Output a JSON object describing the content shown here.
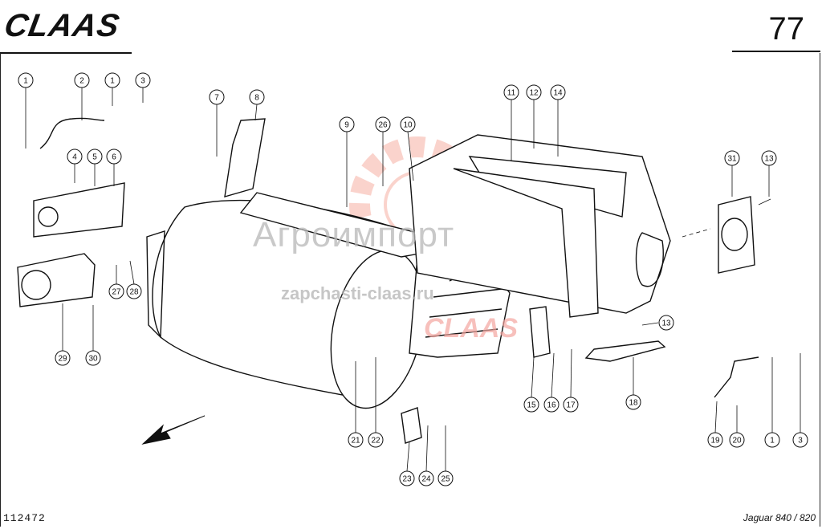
{
  "header": {
    "brand": "CLAAS",
    "page_number": "77"
  },
  "footer": {
    "document_number": "112472",
    "model": "Jaguar 840 / 820"
  },
  "watermark": {
    "title": "Агроимпорт",
    "url": "zapchasti-claas.ru",
    "brand": "CLAAS"
  },
  "colors": {
    "line": "#111111",
    "watermark_gray": "#b8b8b8",
    "watermark_red": "#f4a6a0",
    "watermark_green": "#cfe8c4"
  },
  "callouts": [
    {
      "id": "c1a",
      "label": "1"
    },
    {
      "id": "c2",
      "label": "2"
    },
    {
      "id": "c1b",
      "label": "1"
    },
    {
      "id": "c3a",
      "label": "3"
    },
    {
      "id": "c4",
      "label": "4"
    },
    {
      "id": "c5",
      "label": "5"
    },
    {
      "id": "c6",
      "label": "6"
    },
    {
      "id": "c7",
      "label": "7"
    },
    {
      "id": "c8",
      "label": "8"
    },
    {
      "id": "c9",
      "label": "9"
    },
    {
      "id": "c26",
      "label": "26"
    },
    {
      "id": "c10",
      "label": "10"
    },
    {
      "id": "c11",
      "label": "11"
    },
    {
      "id": "c12",
      "label": "12"
    },
    {
      "id": "c14",
      "label": "14"
    },
    {
      "id": "c31",
      "label": "31"
    },
    {
      "id": "c13a",
      "label": "13"
    },
    {
      "id": "c27",
      "label": "27"
    },
    {
      "id": "c28",
      "label": "28"
    },
    {
      "id": "c29",
      "label": "29"
    },
    {
      "id": "c30",
      "label": "30"
    },
    {
      "id": "c13b",
      "label": "13"
    },
    {
      "id": "c21",
      "label": "21"
    },
    {
      "id": "c22",
      "label": "22"
    },
    {
      "id": "c15",
      "label": "15"
    },
    {
      "id": "c16",
      "label": "16"
    },
    {
      "id": "c17",
      "label": "17"
    },
    {
      "id": "c18",
      "label": "18"
    },
    {
      "id": "c19",
      "label": "19"
    },
    {
      "id": "c20",
      "label": "20"
    },
    {
      "id": "c1c",
      "label": "1"
    },
    {
      "id": "c3b",
      "label": "3"
    },
    {
      "id": "c23",
      "label": "23"
    },
    {
      "id": "c24",
      "label": "24"
    },
    {
      "id": "c25",
      "label": "25"
    }
  ]
}
